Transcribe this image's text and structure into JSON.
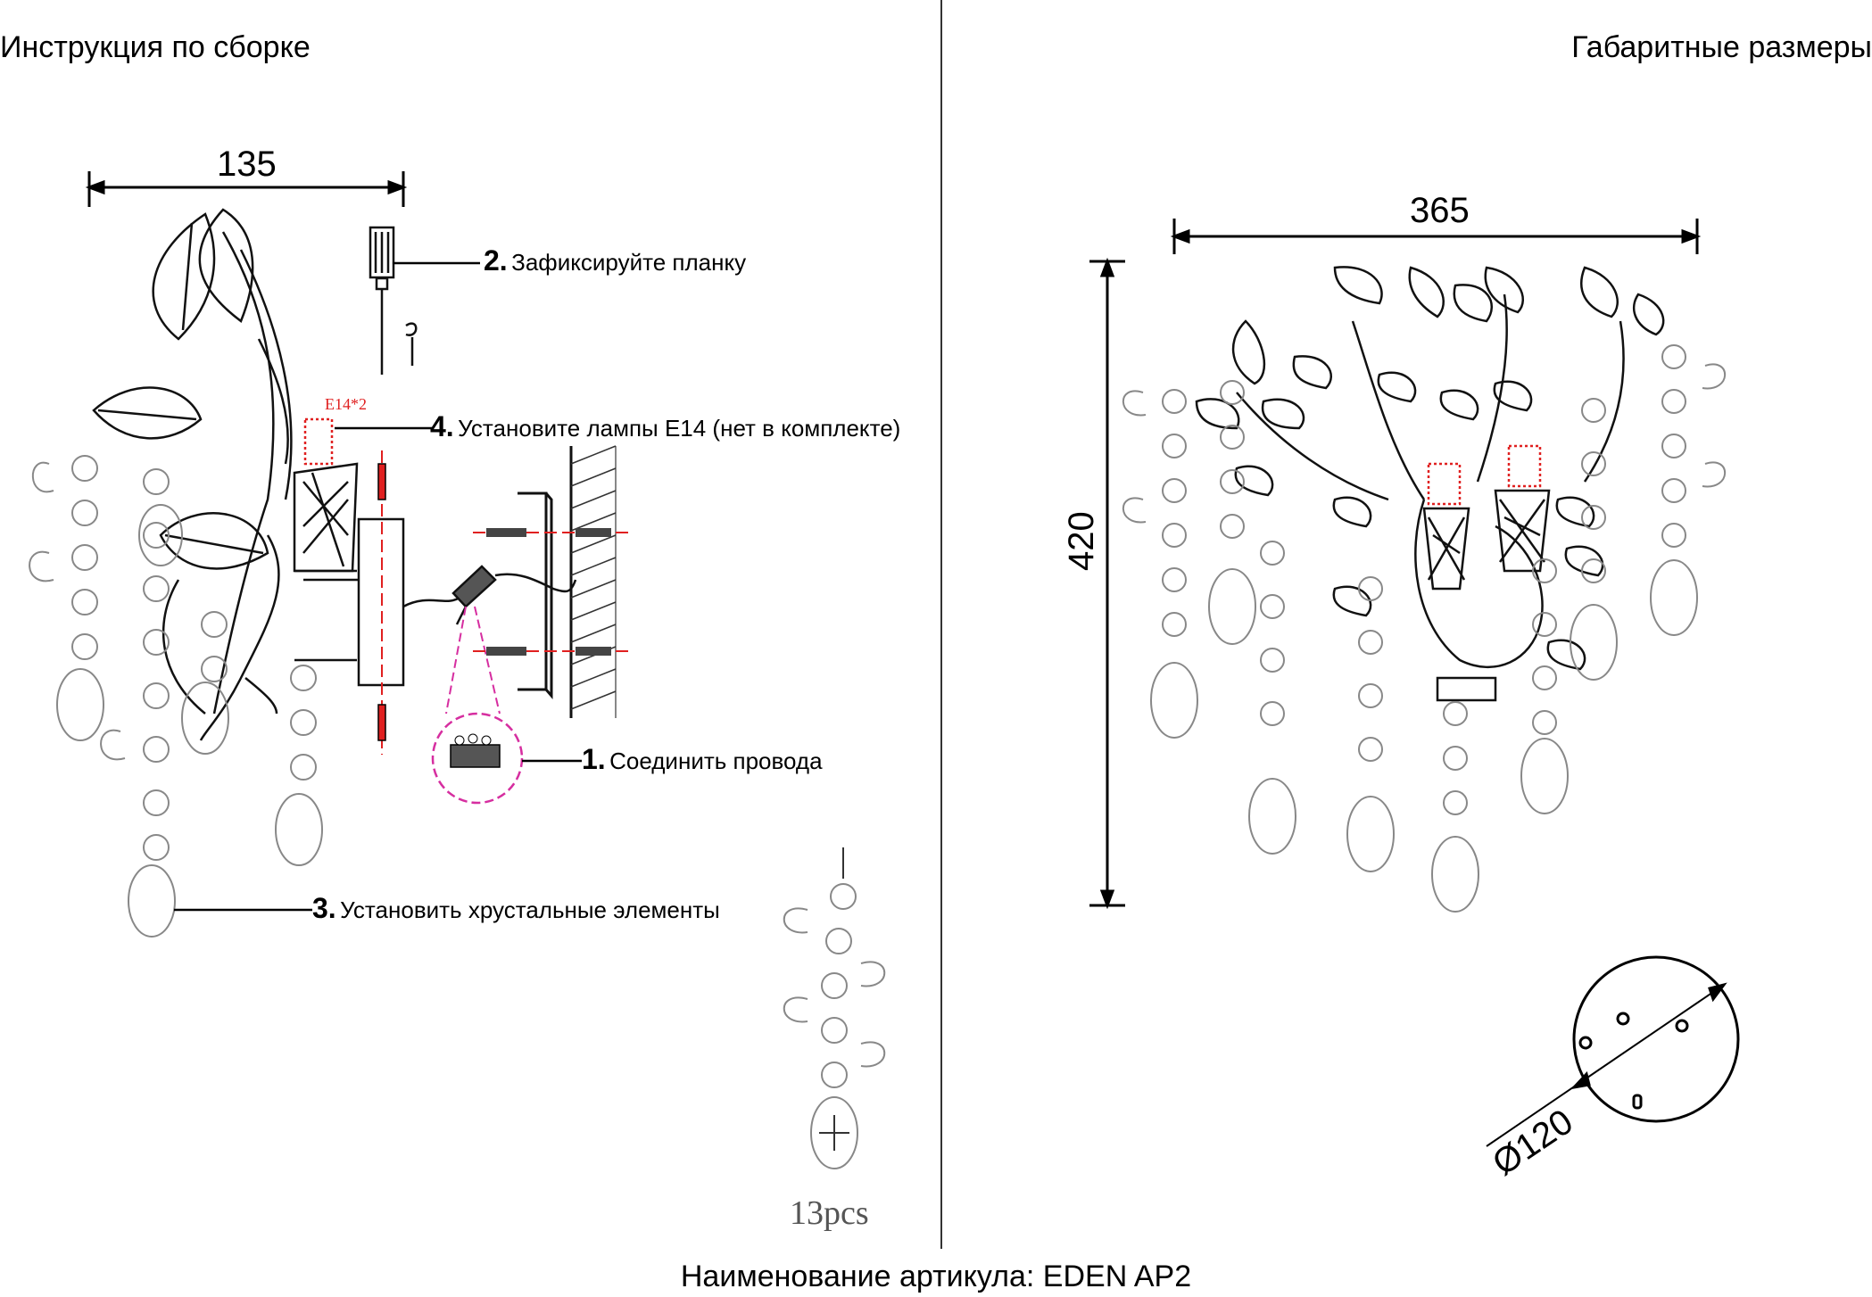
{
  "header": {
    "left_title": "Инструкция по сборке",
    "right_title": "Габаритные размеры"
  },
  "assembly": {
    "dim_width": "135",
    "lamp_label": "E14*2",
    "steps": [
      {
        "num": "2.",
        "text": "Зафиксируйте планку"
      },
      {
        "num": "4.",
        "text": "Установите лампы E14 (нет в комплекте)"
      },
      {
        "num": "1.",
        "text": "Соединить провода"
      },
      {
        "num": "3.",
        "text": "Установить хрустальные элементы"
      }
    ],
    "pieces_count": "13pcs"
  },
  "dimensions": {
    "width": "365",
    "height": "420",
    "base_diameter": "Ø120"
  },
  "footer": {
    "article": "Наименование артикула: EDEN AP2"
  },
  "colors": {
    "line": "#000000",
    "accent_red": "#e02020",
    "accent_magenta": "#d62ea0",
    "crystal": "#888888"
  }
}
